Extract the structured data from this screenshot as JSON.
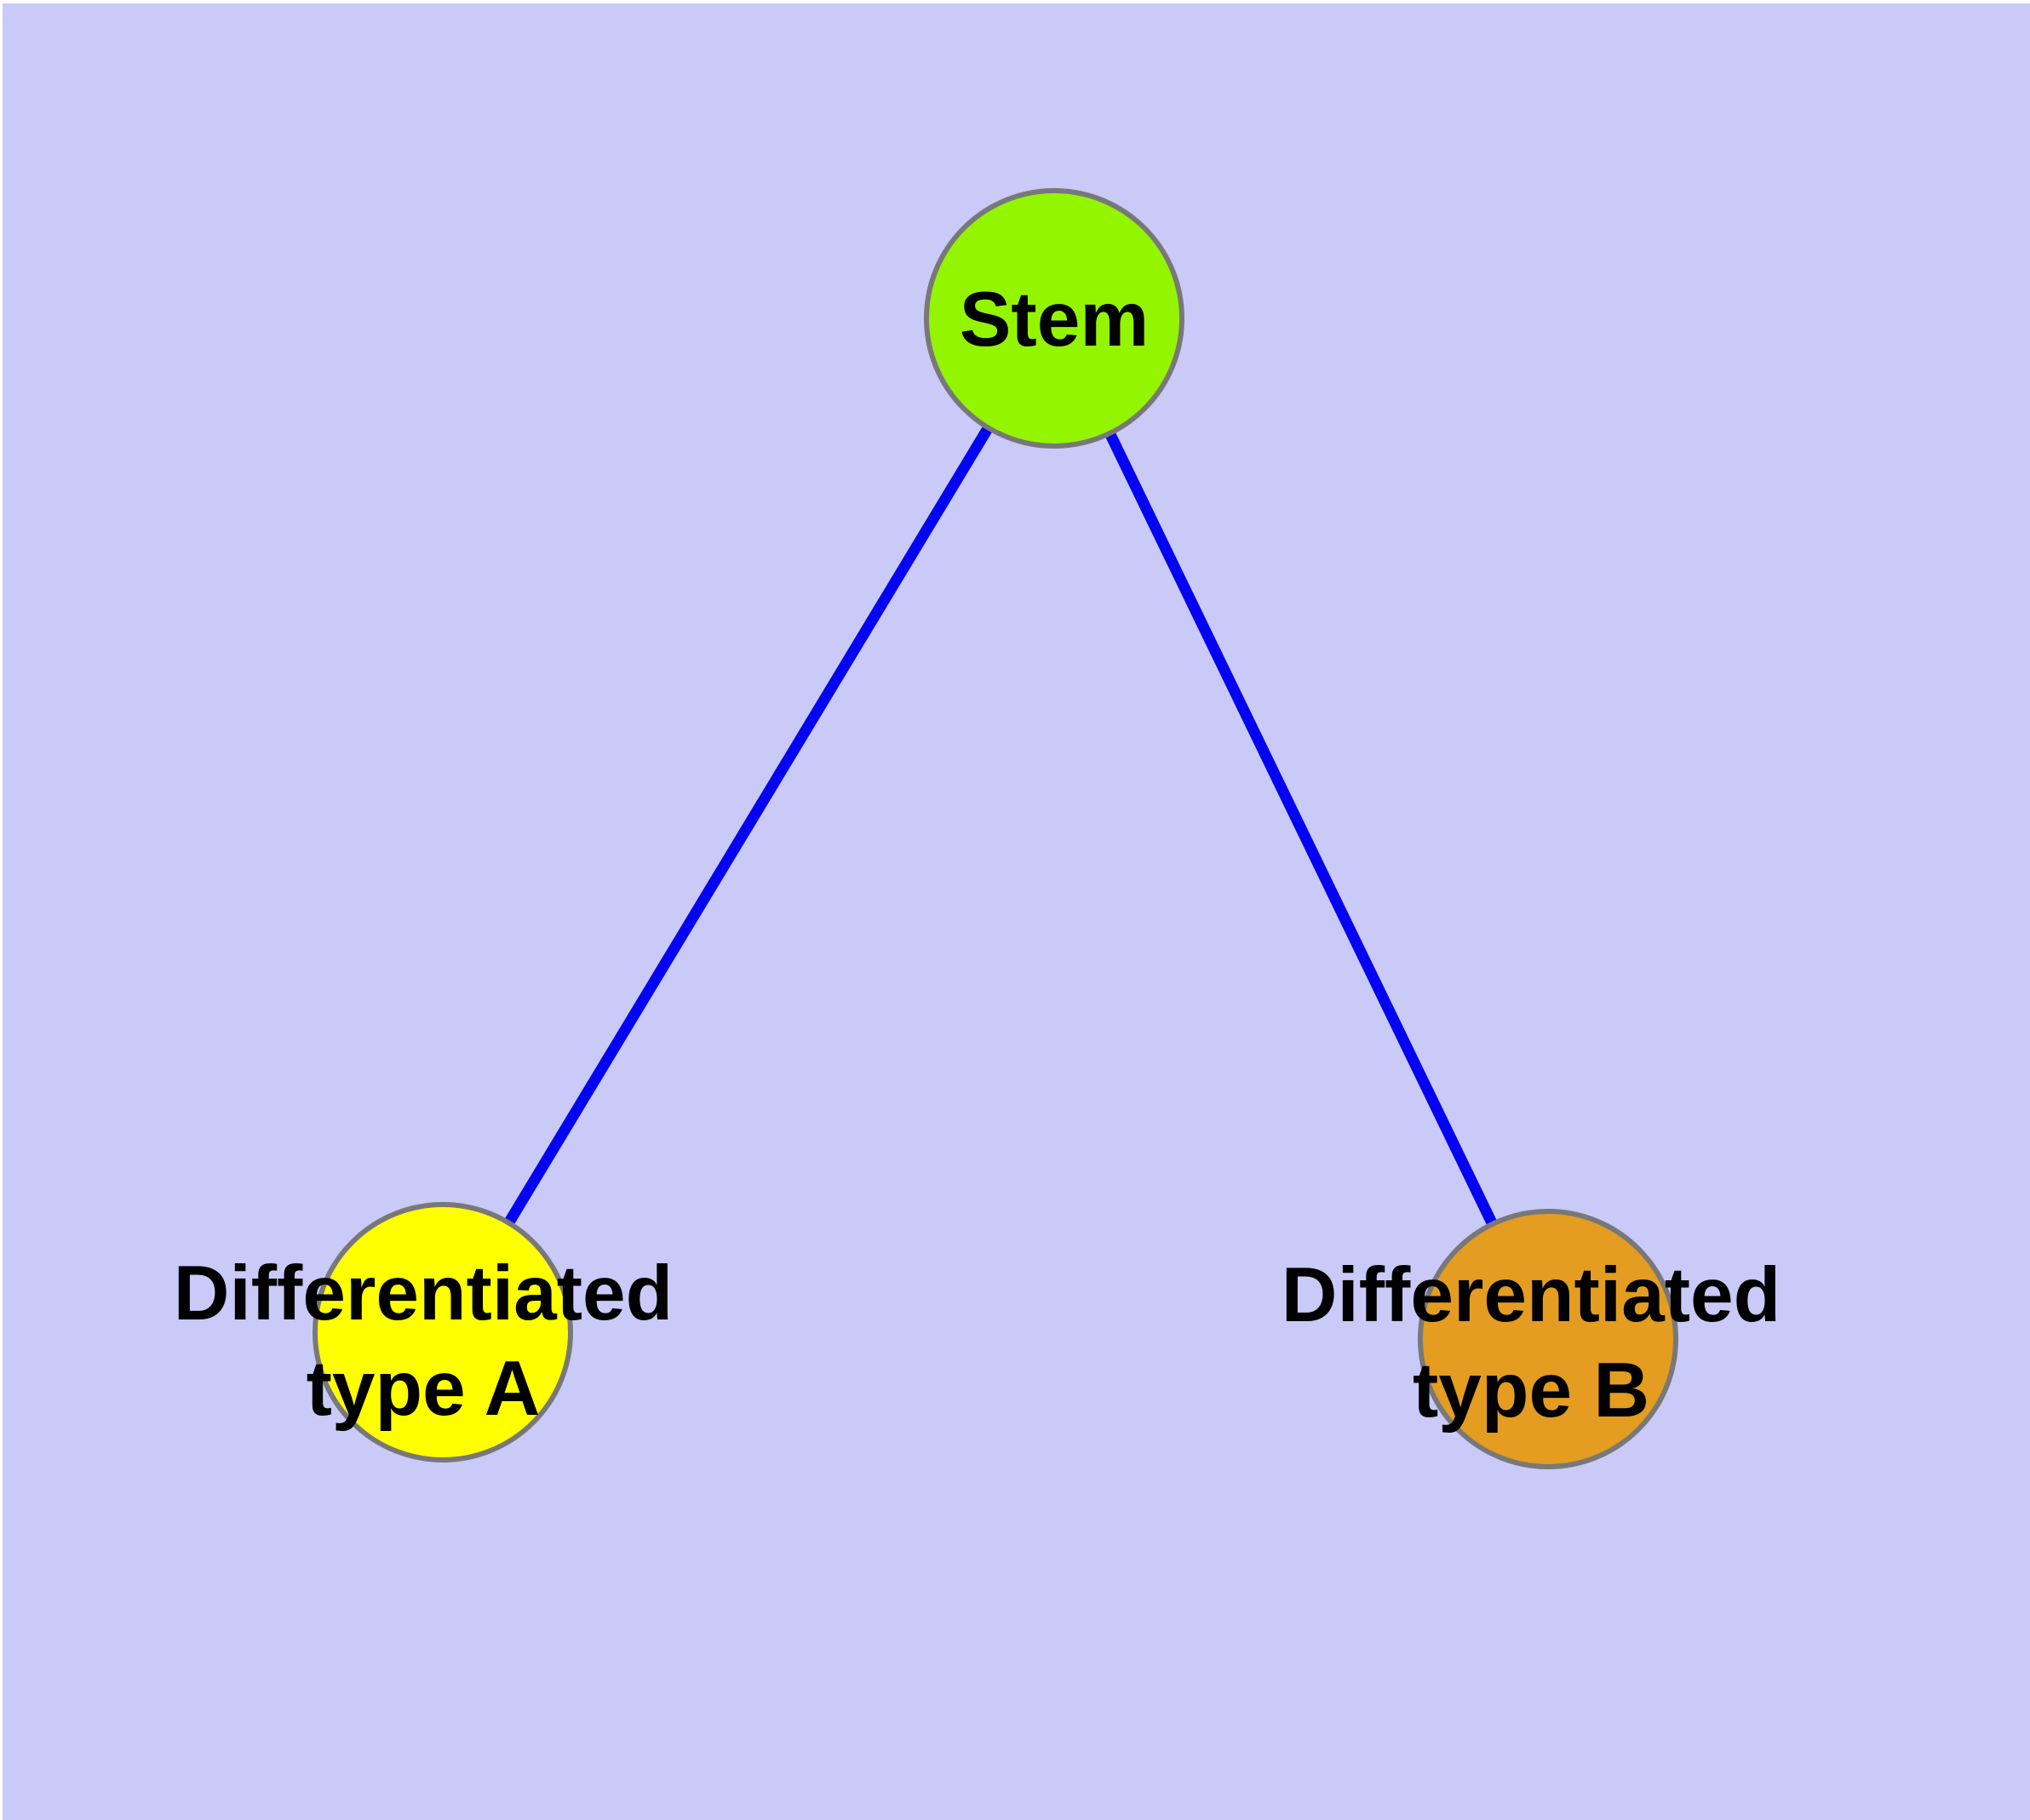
{
  "canvas": {
    "background_color": "#cacaf8",
    "outer_margin_color": "#ffffff",
    "text_color": "#000000"
  },
  "graph": {
    "type": "node-link-diagram",
    "description": "Stem cell differentiation graph: one stem node linked to two differentiated cell type nodes",
    "nodes": [
      {
        "id": "stem",
        "label": "Stem",
        "fill": "#94f500",
        "border": "#787878"
      },
      {
        "id": "differentiated-type-a",
        "label_line1": "Differentiated",
        "label_line2": "type A",
        "fill": "#ffff00",
        "border": "#787878"
      },
      {
        "id": "differentiated-type-b",
        "label_line1": "Differentiated",
        "label_line2": "type B",
        "fill": "#e49d21",
        "border": "#787878"
      }
    ],
    "edges": [
      {
        "from": "stem",
        "to": "differentiated-type-a",
        "color": "#0404f2"
      },
      {
        "from": "stem",
        "to": "differentiated-type-b",
        "color": "#0404f2"
      }
    ]
  }
}
